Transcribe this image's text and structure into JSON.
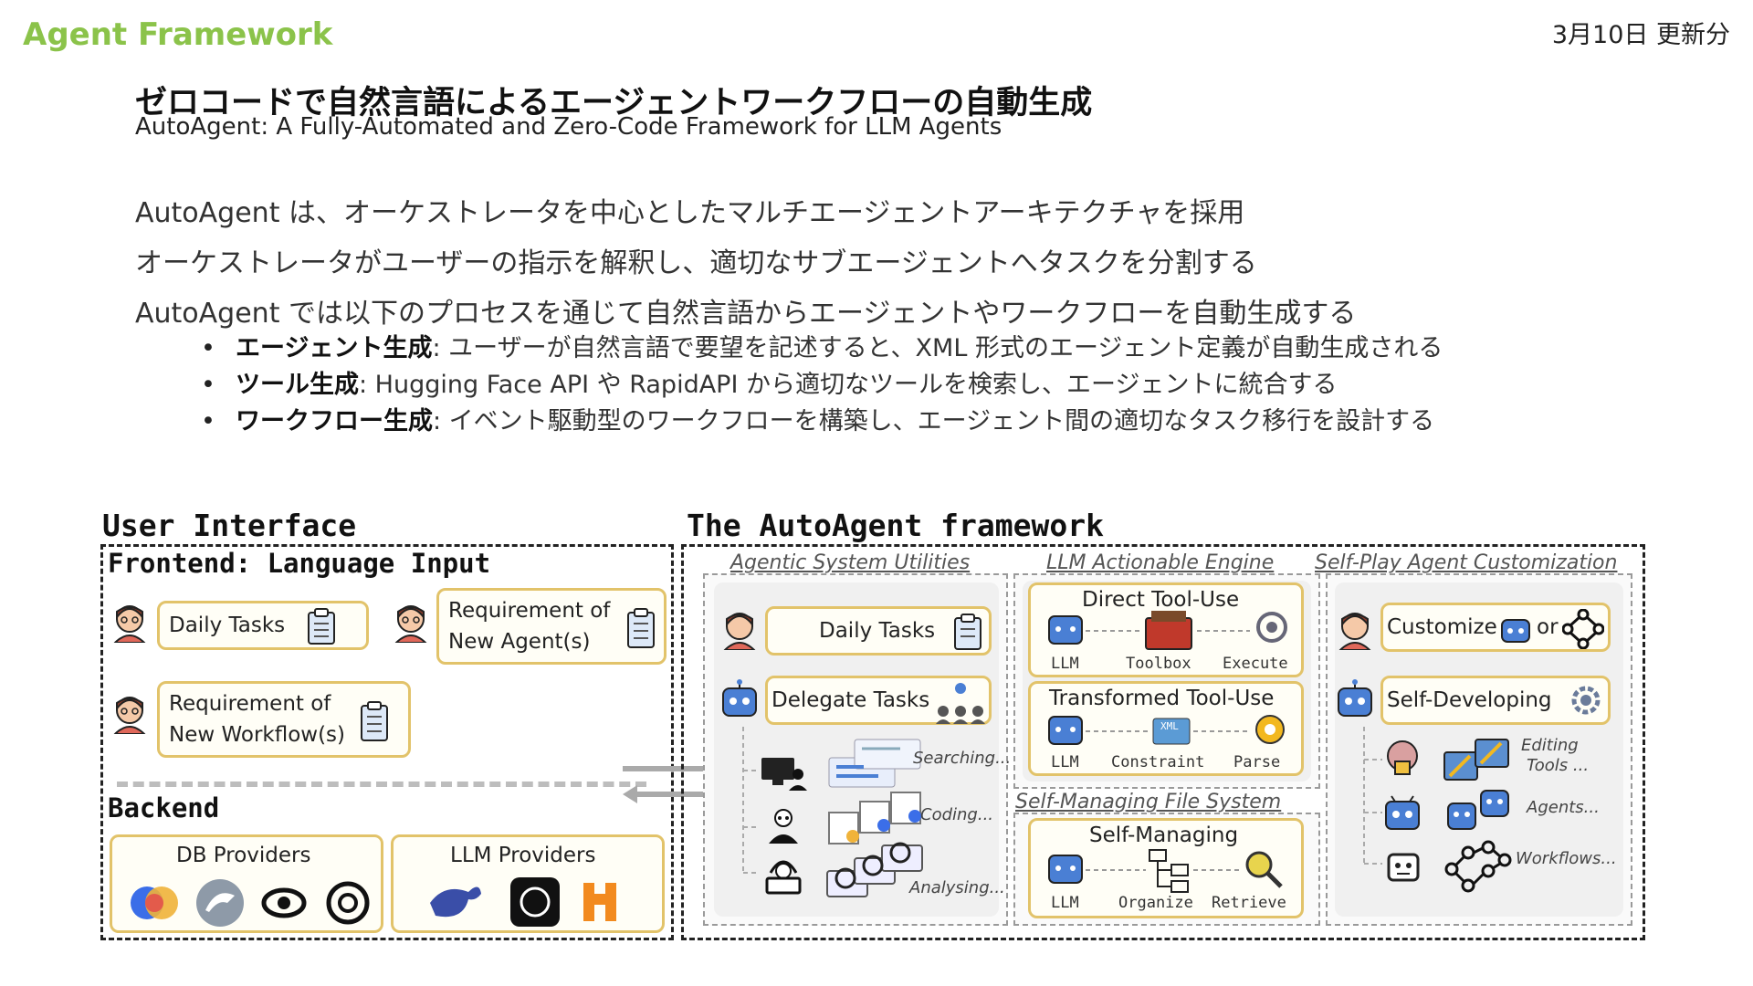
{
  "header": {
    "section": "Agent Framework",
    "date": "3月10日 更新分"
  },
  "title": "ゼロコードで自然言語によるエージェントワークフローの自動生成",
  "subtitle": "AutoAgent: A Fully-Automated and Zero-Code Framework for LLM Agents",
  "body": {
    "line1": "AutoAgent は、オーケストレータを中心としたマルチエージェントアーキテクチャを採用",
    "line2": "オーケストレータがユーザーの指示を解釈し、適切なサブエージェントへタスクを分割する",
    "line3": "AutoAgent では以下のプロセスを通じて自然言語からエージェントやワークフローを自動生成する",
    "bullets": [
      {
        "term": "エージェント生成",
        "text": ": ユーザーが自然言語で要望を記述すると、XML 形式のエージェント定義が自動生成される"
      },
      {
        "term": "ツール生成",
        "text": ": Hugging Face API や RapidAPI から適切なツールを検索し、エージェントに統合する"
      },
      {
        "term": "ワークフロー生成",
        "text": ": イベント駆動型のワークフローを構築し、エージェント間の適切なタスク移行を設計する"
      }
    ]
  },
  "figure": {
    "ui_title": "User Interface",
    "fw_title": "The AutoAgent framework",
    "frontend_title": "Frontend: Language Input",
    "backend_title": "Backend",
    "frontend_cards": {
      "daily": "Daily Tasks",
      "req_agent_1": "Requirement of",
      "req_agent_2": "New Agent(s)",
      "req_wf_1": "Requirement of",
      "req_wf_2": "New Workflow(s)"
    },
    "backend_cards": {
      "db": "DB Providers",
      "llm": "LLM Providers"
    },
    "utilities": {
      "label": "Agentic System Utilities",
      "daily": "Daily Tasks",
      "delegate": "Delegate Tasks",
      "searching": "Searching...",
      "coding": "Coding...",
      "analysing": "Analysing..."
    },
    "engine": {
      "label": "LLM Actionable Engine",
      "direct": "Direct Tool-Use",
      "transformed": "Transformed Tool-Use",
      "llm": "LLM",
      "toolbox": "Toolbox",
      "execute": "Execute",
      "xml": "XML",
      "constraint": "Constraint",
      "parse": "Parse"
    },
    "filesystem": {
      "label": "Self-Managing File System",
      "self_managing": "Self-Managing",
      "llm": "LLM",
      "organize": "Organize",
      "retrieve": "Retrieve"
    },
    "selfplay": {
      "label": "Self-Play Agent Customization",
      "customize": "Customize",
      "or": "or",
      "self_developing": "Self-Developing",
      "editing_1": "Editing",
      "editing_2": "Tools ...",
      "agents": "Agents...",
      "workflows": "Workflows..."
    },
    "colors": {
      "card_border": "#e2c36a",
      "card_fill": "#fffef6",
      "robot_blue": "#4a7fd4",
      "accent_green": "#8bc34a"
    }
  }
}
